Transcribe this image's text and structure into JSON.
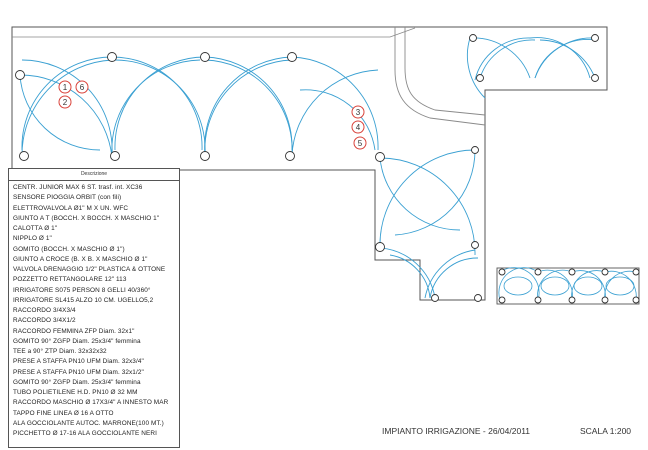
{
  "legend": {
    "title": "Descrizione",
    "items": [
      "CENTR. JUNIOR MAX 6 ST. trasf. int. XC36",
      "SENSORE PIOGGIA ORBIT (con fili)",
      "ELETTROVALVOLA Ø1\" M X UN. WFC",
      "GIUNTO A T (BOCCH. X BOCCH. X MASCHIO 1\"",
      "CALOTTA Ø 1\"",
      "NIPPLO Ø 1\"",
      "GOMITO (BOCCH. X MASCHIO Ø 1\")",
      "GIUNTO A CROCE (B. X B. X MASCHIO Ø 1\"",
      "VALVOLA DRENAGGIO 1/2\" PLASTICA & OTTONE",
      "POZZETTO RETTANGOLARE 12\" 113",
      "IRRIGATORE S075 PERSON 8 GELLI 40/360°",
      "IRRIGATORE SL415 ALZO 10 CM. UGELLO5,2",
      "RACCORDO  3/4X3/4",
      "RACCORDO  3/4X1/2",
      "RACCORDO FEMMINA ZFP Diam. 32x1\"",
      "GOMITO 90° ZGFP  Diam. 25x3/4\" femmina",
      "TEE a 90° ZTP  Diam. 32x32x32",
      "PRESE A STAFFA PN10 UFM Diam. 32x3/4\"",
      "PRESE A STAFFA PN10 UFM Diam. 32x1/2\"",
      "GOMITO 90° ZGFP  Diam. 25x3/4\" femmina",
      "TUBO POLIETILENE  H.D. PN10  Ø 32 MM",
      "RACCORDO MASCHIO Ø 17X3/4\" A INNESTO MAR",
      "TAPPO FINE LINEA Ø 16 A OTTO",
      "ALA GOCCIOLANTE AUTOC. MARRONE(100 MT.)",
      "PICCHETTO Ø 17-16  ALA GOCCIOLANTE NERI"
    ]
  },
  "markers": [
    "1",
    "6",
    "2",
    "3",
    "4",
    "5"
  ],
  "footer": {
    "title": "IMPIANTO IRRIGAZIONE  -  26/04/2011",
    "scale": "SCALA 1:200"
  },
  "colors": {
    "spray": "#3aa0d2",
    "outline": "#555555",
    "marker": "#d9433b",
    "path": "#8a8a8a"
  }
}
